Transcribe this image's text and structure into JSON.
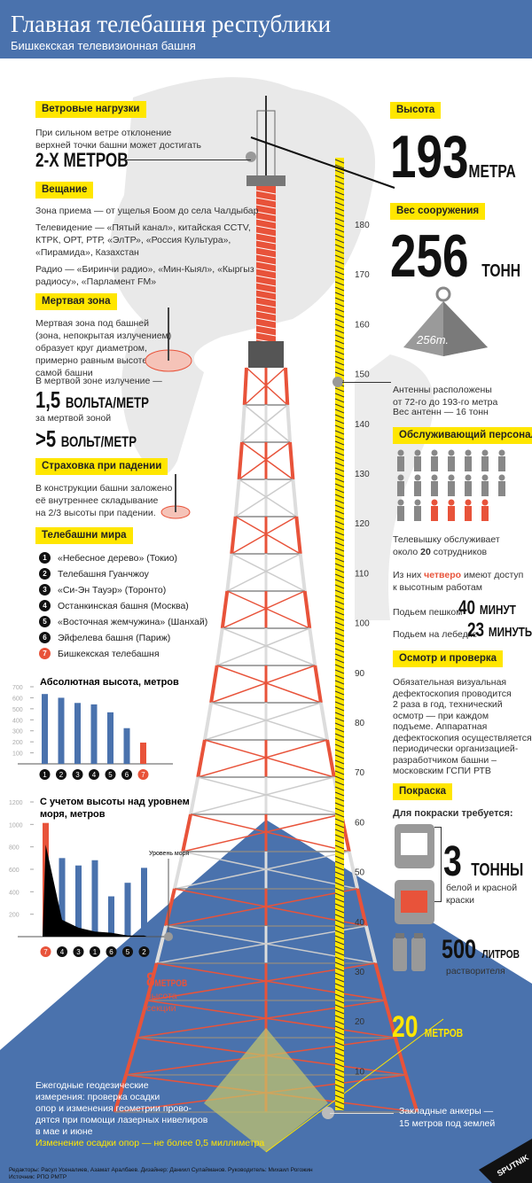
{
  "header": {
    "title": "Главная телебашня республики",
    "subtitle": "Бишкекская телевизионная башня"
  },
  "wind": {
    "label": "Ветровые нагрузки",
    "text1": "При сильном ветре отклонение",
    "text2": "верхней точки башни может достигать",
    "big": "2-Х МЕТРОВ"
  },
  "broadcast": {
    "label": "Вещание",
    "zone": "Зона приема — от ущелья Боом до села Чалдыбар",
    "tv1": "Телевидение — «Пятый канал», китайская CCTV,",
    "tv2": "КТРК, ОРТ, РТР, «ЭлТР», «Россия Культура»,",
    "tv3": "«Пирамида», Казахстан",
    "radio1": "Радио — «Биринчи радио», «Мин-Кыял», «Кыргыз",
    "radio2": "радиосу», «Парламент FM»"
  },
  "dead": {
    "label": "Мертвая зона",
    "t1": "Мертвая зона под башней",
    "t2": "(зона, непокрытая излучением)",
    "t3": "образует круг диаметром,",
    "t4": "примерно равным высоте",
    "t5": "самой башни",
    "in": "В мертвой зоне излучение —",
    "big1": "1,5",
    "unit1": "ВОЛЬТА/МЕТР",
    "out": "за мертвой зоной",
    "big2": ">5",
    "unit2": "ВОЛЬТ/МЕТР"
  },
  "fall": {
    "label": "Страховка при падении",
    "t1": "В  конструкции башни заложено",
    "t2": "её внутреннее складывание",
    "t3": "на 2/3 высоты при падении."
  },
  "world": {
    "label": "Телебашни мира",
    "items": [
      {
        "n": "1",
        "name": "«Небесное дерево» (Токио)"
      },
      {
        "n": "2",
        "name": "Телебашня Гуанчжоу"
      },
      {
        "n": "3",
        "name": "«Си-Эн Тауэр» (Торонто)"
      },
      {
        "n": "4",
        "name": "Останкинская башня (Москва)"
      },
      {
        "n": "5",
        "name": "«Восточная жемчужина» (Шанхай)"
      },
      {
        "n": "6",
        "name": "Эйфелева башня (Париж)"
      },
      {
        "n": "7",
        "name": "Бишкекская телебашня"
      }
    ]
  },
  "chart_data": [
    {
      "type": "bar",
      "title": "Абсолютная высота, метров",
      "categories": [
        "1",
        "2",
        "3",
        "4",
        "5",
        "6",
        "7"
      ],
      "values": [
        634,
        600,
        553,
        540,
        468,
        324,
        193
      ],
      "highlight": "7",
      "ylim": [
        0,
        700
      ],
      "yticks": [
        100,
        200,
        300,
        400,
        500,
        600,
        700
      ]
    },
    {
      "type": "bar",
      "title": "С учетом высоты над уровнем моря, метров",
      "categories": [
        "7",
        "4",
        "3",
        "1",
        "6",
        "5",
        "2"
      ],
      "values": [
        1013,
        700,
        634,
        681,
        359,
        480,
        613
      ],
      "ground": [
        820,
        150,
        80,
        45,
        35,
        10,
        10
      ],
      "highlight": "7",
      "ylim": [
        0,
        1200
      ],
      "yticks": [
        200,
        400,
        600,
        800,
        1000,
        1200
      ],
      "annotation": "Уровень моря"
    }
  ],
  "height": {
    "label": "Высота",
    "big": "193",
    "unit": "МЕТРА"
  },
  "weight": {
    "label": "Вес сооружения",
    "big": "256",
    "unit": "ТОНН",
    "icon_text": "256т."
  },
  "antennas": {
    "t1": "Антенны расположены",
    "t2": "от 72-го до 193-го метра",
    "t3": "Вес антенн — 16 тонн"
  },
  "staff": {
    "label": "Обслуживающий персонал",
    "total": 20,
    "highlighted": 4,
    "t1": "Телевышку обслуживает",
    "t2a": "около ",
    "t2b": "20",
    "t2c": " сотрудников",
    "t3a": "Из них ",
    "t3b": "четверо",
    "t3c": " имеют доступ",
    "t4": "к высотным работам",
    "walk": "Подьем пешком",
    "walk_big": "40",
    "walk_unit": "МИНУТ",
    "lift": "Подьем на лебедке",
    "lift_big": "23",
    "lift_unit": "МИНУТЫ"
  },
  "inspect": {
    "label": "Осмотр и проверка",
    "lines": [
      "Обязательная визуальная",
      "дефектоскопия проводится",
      "2 раза в год, технический",
      "осмотр — при каждом",
      "подъеме. Аппаратная",
      "дефектоскопия осуществляется",
      "периодически организацией-",
      "разработчиком башни –",
      "московским ГСПИ РТВ"
    ]
  },
  "paint": {
    "label": "Покраска",
    "need": "Для покраски требуется:",
    "big": "3",
    "unit": "ТОННЫ",
    "t1": "белой и красной",
    "t2": "краски",
    "big2": "500",
    "unit2": "ЛИТРОВ",
    "t3": "растворителя"
  },
  "ruler": {
    "labels": [
      "180",
      "170",
      "160",
      "150",
      "140",
      "130",
      "120",
      "110",
      "100",
      "90",
      "80",
      "70",
      "60",
      "50",
      "40",
      "30",
      "20",
      "10"
    ]
  },
  "section": {
    "big": "8",
    "unit": "МЕТРОВ",
    "t1": "высота",
    "t2": "секции"
  },
  "base": {
    "big": "20",
    "unit": "МЕТРОВ"
  },
  "bottom": {
    "geo": [
      "Ежегодные геодезические",
      "измерения: проверка осадки",
      "опор и изменения геометрии прово-",
      "дятся при помощи лазерных нивелиров",
      "в мае и июне"
    ],
    "settle": "Изменение осадки опор — не более 0,5 миллиметра",
    "anchors1": "Закладные анкеры —",
    "anchors2": "15 метров под землей",
    "credits": "Редакторы: Расул Усеналиев, Азамат Аралбаев. Дизайнер: Даниил Сулайманов. Руководитель: Михаил Рогожин",
    "source": "Источник: РПО РМТР",
    "logo": "SPUTNIK"
  },
  "colors": {
    "blue": "#4a72ad",
    "yellow": "#ffe600",
    "red": "#e8533a"
  }
}
